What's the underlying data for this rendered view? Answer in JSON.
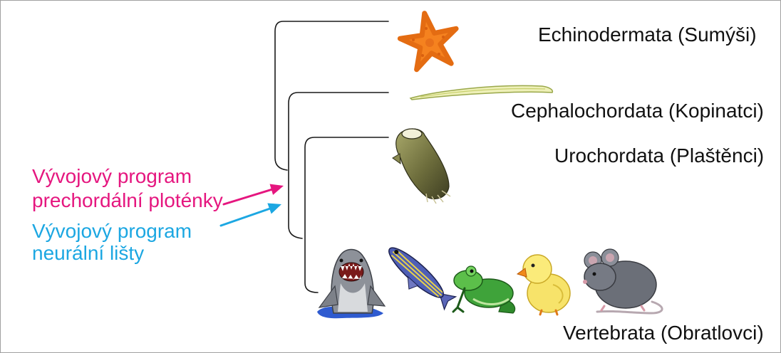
{
  "taxa": {
    "echinodermata": {
      "label": "Echinodermata (Sumýši)",
      "icon": "starfish-icon"
    },
    "cephalochordata": {
      "label": "Cephalochordata (Kopinatci)",
      "icon": "lancelet-icon"
    },
    "urochordata": {
      "label": "Urochordata (Plaštěnci)",
      "icon": "tunicate-icon"
    },
    "vertebrata": {
      "label": "Vertebrata (Obratlovci)",
      "icons": [
        "shark-icon",
        "zebrafish-icon",
        "frog-icon",
        "chick-icon",
        "mouse-icon"
      ]
    }
  },
  "annotations": {
    "prechordal_plate": {
      "line1": "Vývojový program",
      "line2": "prechordální ploténky",
      "color": "#e5167f"
    },
    "neural_crest": {
      "line1": "Vývojový program",
      "line2": "neurální lišty",
      "color": "#1ca7e2"
    }
  },
  "colors": {
    "tree_lines": "#1a1a1a",
    "label_text": "#111111",
    "frame": "#a0a0a0"
  }
}
